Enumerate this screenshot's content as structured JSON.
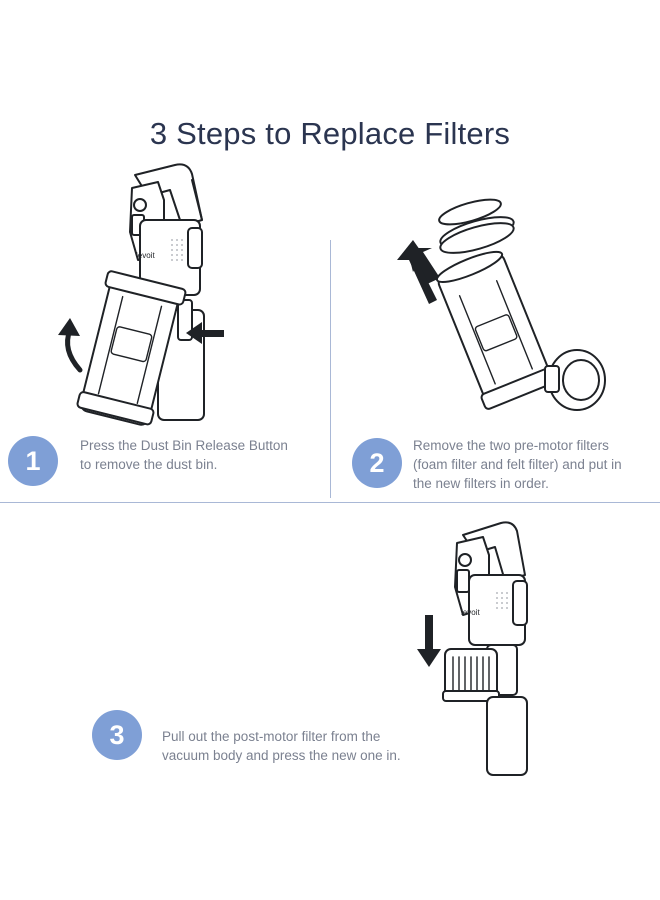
{
  "title": "3 Steps to Replace Filters",
  "brand": "levoit",
  "steps": [
    {
      "number": "1",
      "lines": [
        "Press the Dust Bin Release Button",
        "to remove the dust bin."
      ]
    },
    {
      "number": "2",
      "lines": [
        "Remove the two pre-motor filters",
        "(foam filter and felt filter) and put in",
        "the new filters in order."
      ]
    },
    {
      "number": "3",
      "lines": [
        "Pull out the post-motor filter from the",
        "vacuum body and press the new one in."
      ]
    }
  ],
  "colors": {
    "title": "#2b3550",
    "badge": "#7f9fd6",
    "text": "#7b8190",
    "divider": "#a9b8d6"
  },
  "icons": [
    "curved-arrow-icon",
    "press-arrow-icon",
    "up-arrow-icon",
    "down-arrow-icon"
  ]
}
